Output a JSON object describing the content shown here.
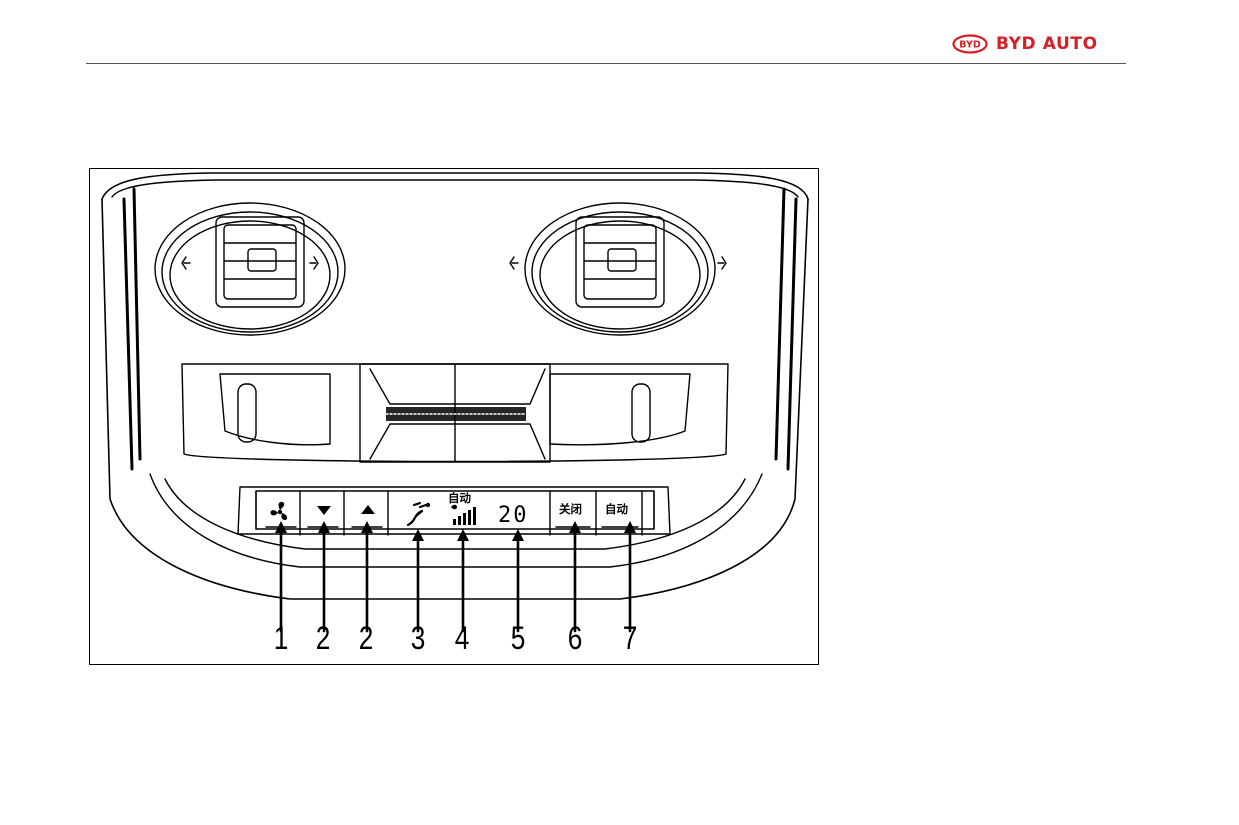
{
  "header": {
    "brand_text": "BYD AUTO",
    "brand_color": "#d42027",
    "logo_text": "BYD"
  },
  "panel": {
    "buttons": [
      {
        "key": "fan",
        "icon": "fan-icon"
      },
      {
        "key": "down",
        "icon": "triangle-down-icon"
      },
      {
        "key": "up",
        "icon": "triangle-up-icon"
      },
      {
        "key": "off",
        "label": "关闭"
      },
      {
        "key": "auto",
        "label": "自动"
      }
    ],
    "display": {
      "auto_label": "自动",
      "temperature": "20",
      "airflow_icon": "airflow-mode-icon",
      "fan_level_icon": "fan-level-bars-icon"
    }
  },
  "callouts": [
    "1",
    "2",
    "2",
    "3",
    "4",
    "5",
    "6",
    "7"
  ]
}
